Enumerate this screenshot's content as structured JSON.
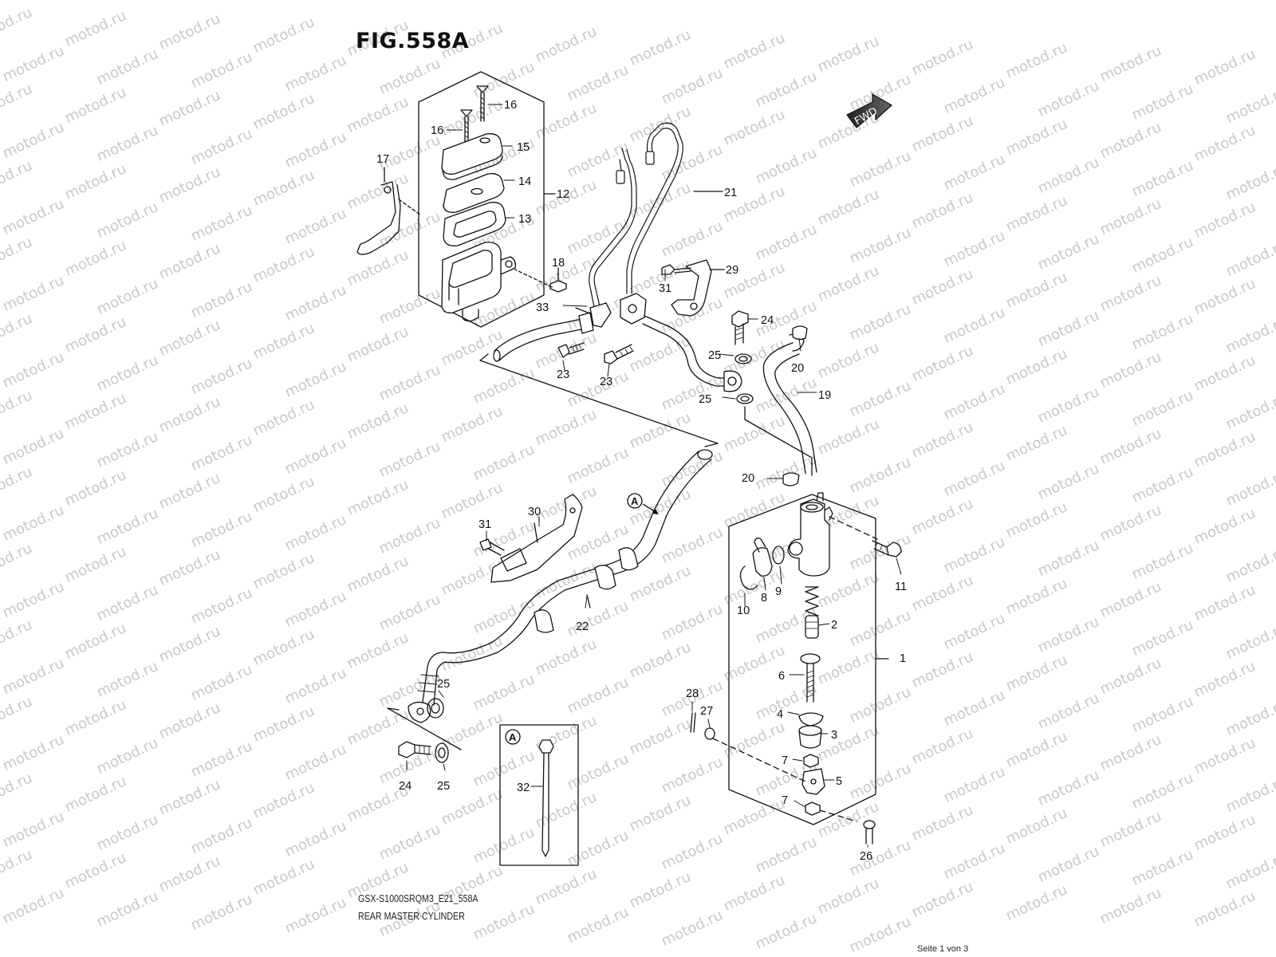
{
  "figure": {
    "title": "FIG.558A",
    "model_code": "GSX-S1000SRQM3_E21_558A",
    "description": "REAR MASTER CYLINDER",
    "page_indicator": "Seite 1 von 3",
    "fwd_label": "FWD",
    "inset_marker": "A",
    "watermark": "motod.ru"
  },
  "parts": [
    {
      "key": "p16a",
      "number": "16"
    },
    {
      "key": "p16b",
      "number": "16"
    },
    {
      "key": "p15",
      "number": "15"
    },
    {
      "key": "p14",
      "number": "14"
    },
    {
      "key": "p12",
      "number": "12"
    },
    {
      "key": "p13",
      "number": "13"
    },
    {
      "key": "p17",
      "number": "17"
    },
    {
      "key": "p18",
      "number": "18"
    },
    {
      "key": "p21",
      "number": "21"
    },
    {
      "key": "p29",
      "number": "29"
    },
    {
      "key": "p31a",
      "number": "31"
    },
    {
      "key": "p33",
      "number": "33"
    },
    {
      "key": "p24a",
      "number": "24"
    },
    {
      "key": "p23a",
      "number": "23"
    },
    {
      "key": "p23b",
      "number": "23"
    },
    {
      "key": "p25a",
      "number": "25"
    },
    {
      "key": "p20a",
      "number": "20"
    },
    {
      "key": "p25b",
      "number": "25"
    },
    {
      "key": "p19",
      "number": "19"
    },
    {
      "key": "p20b",
      "number": "20"
    },
    {
      "key": "p31b",
      "number": "31"
    },
    {
      "key": "p30",
      "number": "30"
    },
    {
      "key": "p22",
      "number": "22"
    },
    {
      "key": "p11",
      "number": "11"
    },
    {
      "key": "p10",
      "number": "10"
    },
    {
      "key": "p8",
      "number": "8"
    },
    {
      "key": "p9",
      "number": "9"
    },
    {
      "key": "p2",
      "number": "2"
    },
    {
      "key": "p1",
      "number": "1"
    },
    {
      "key": "p6",
      "number": "6"
    },
    {
      "key": "p25c",
      "number": "25"
    },
    {
      "key": "p28",
      "number": "28"
    },
    {
      "key": "p27",
      "number": "27"
    },
    {
      "key": "p4",
      "number": "4"
    },
    {
      "key": "p3",
      "number": "3"
    },
    {
      "key": "p7a",
      "number": "7"
    },
    {
      "key": "p5",
      "number": "5"
    },
    {
      "key": "p7b",
      "number": "7"
    },
    {
      "key": "p24b",
      "number": "24"
    },
    {
      "key": "p25d",
      "number": "25"
    },
    {
      "key": "p32",
      "number": "32"
    },
    {
      "key": "p26",
      "number": "26"
    }
  ]
}
